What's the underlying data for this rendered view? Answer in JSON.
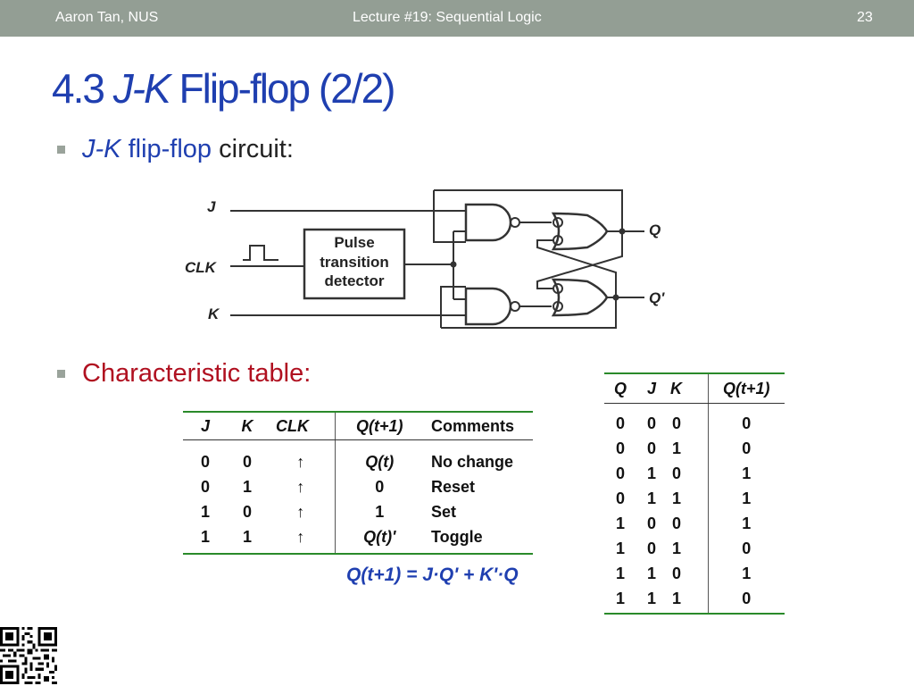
{
  "header": {
    "author": "Aaron Tan, NUS",
    "lecture": "Lecture #19: Sequential Logic",
    "page_number": "23"
  },
  "title": {
    "number": "4.3",
    "name_italic": "J-K",
    "rest": "Flip-flop (2/2)"
  },
  "bullets": {
    "circuit": {
      "italic": "J-K",
      "blue": "flip-flop",
      "rest": "circuit:"
    },
    "table": {
      "text": "Characteristic table:"
    }
  },
  "circuit": {
    "input_j": "J",
    "input_clk": "CLK",
    "input_k": "K",
    "box_line1": "Pulse",
    "box_line2": "transition",
    "box_line3": "detector",
    "output_q": "Q",
    "output_q_prime": "Q'"
  },
  "characteristic_table": {
    "headers": [
      "J",
      "K",
      "CLK",
      "Q(t+1)",
      "Comments"
    ],
    "rows": [
      {
        "j": "0",
        "k": "0",
        "clk": "↑",
        "q": "Q(t)",
        "comment": "No change"
      },
      {
        "j": "0",
        "k": "1",
        "clk": "↑",
        "q": "0",
        "comment": "Reset"
      },
      {
        "j": "1",
        "k": "0",
        "clk": "↑",
        "q": "1",
        "comment": "Set"
      },
      {
        "j": "1",
        "k": "1",
        "clk": "↑",
        "q": "Q(t)'",
        "comment": "Toggle"
      }
    ]
  },
  "equation": "Q(t+1) = J·Q' + K'·Q",
  "truth_table": {
    "headers": [
      "Q",
      "J",
      "K",
      "Q(t+1)"
    ],
    "rows": [
      [
        "0",
        "0",
        "0",
        "0"
      ],
      [
        "0",
        "0",
        "1",
        "0"
      ],
      [
        "0",
        "1",
        "0",
        "1"
      ],
      [
        "0",
        "1",
        "1",
        "1"
      ],
      [
        "1",
        "0",
        "0",
        "1"
      ],
      [
        "1",
        "0",
        "1",
        "0"
      ],
      [
        "1",
        "1",
        "0",
        "1"
      ],
      [
        "1",
        "1",
        "1",
        "0"
      ]
    ]
  },
  "colors": {
    "header_bar": "#939e94",
    "title_blue": "#1f3fb0",
    "accent_red": "#b01020",
    "table_rule_green": "#2a8a2a"
  }
}
